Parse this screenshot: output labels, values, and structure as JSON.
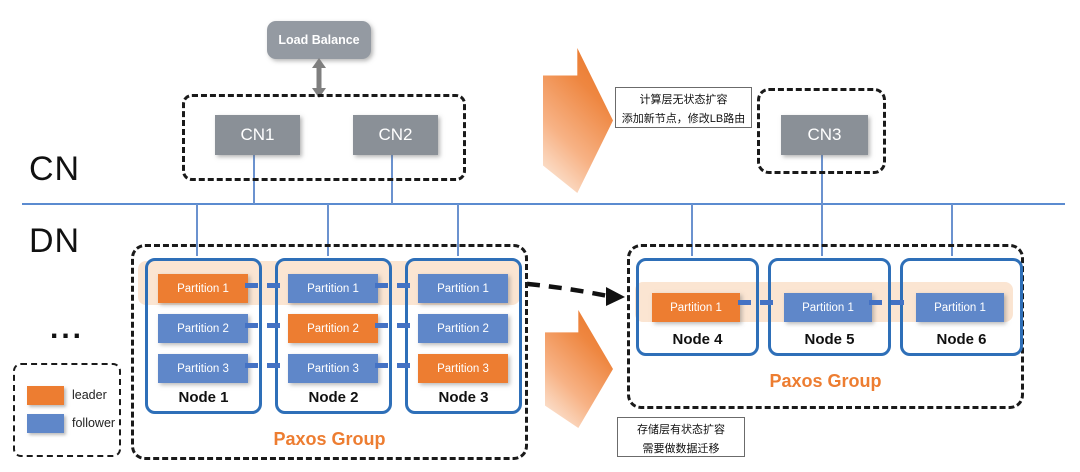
{
  "layers": {
    "cn": "CN",
    "dn": "DN",
    "more": "..."
  },
  "load_balancer": {
    "label": "Load Balance"
  },
  "compute_nodes": {
    "cn1": "CN1",
    "cn2": "CN2",
    "cn3": "CN3"
  },
  "annotations": {
    "compute_scale": {
      "line1": "计算层无状态扩容",
      "line2": "添加新节点，修改LB路由"
    },
    "storage_scale": {
      "line1": "存储层有状态扩容",
      "line2": "需要做数据迁移"
    }
  },
  "legend": {
    "leader": "leader",
    "follower": "follower"
  },
  "left_paxos_group": {
    "title": "Paxos Group",
    "nodes": [
      {
        "name": "Node 1",
        "partitions": [
          {
            "label": "Partition 1",
            "role": "leader"
          },
          {
            "label": "Partition 2",
            "role": "follower"
          },
          {
            "label": "Partition 3",
            "role": "follower"
          }
        ]
      },
      {
        "name": "Node 2",
        "partitions": [
          {
            "label": "Partition 1",
            "role": "follower"
          },
          {
            "label": "Partition 2",
            "role": "leader"
          },
          {
            "label": "Partition 3",
            "role": "follower"
          }
        ]
      },
      {
        "name": "Node 3",
        "partitions": [
          {
            "label": "Partition 1",
            "role": "follower"
          },
          {
            "label": "Partition 2",
            "role": "follower"
          },
          {
            "label": "Partition 3",
            "role": "leader"
          }
        ]
      }
    ]
  },
  "right_paxos_group": {
    "title": "Paxos Group",
    "nodes": [
      {
        "name": "Node 4",
        "partitions": [
          {
            "label": "Partition 1",
            "role": "leader"
          }
        ]
      },
      {
        "name": "Node 5",
        "partitions": [
          {
            "label": "Partition 1",
            "role": "follower"
          }
        ]
      },
      {
        "name": "Node 6",
        "partitions": [
          {
            "label": "Partition 1",
            "role": "follower"
          }
        ]
      }
    ]
  },
  "colors": {
    "leader": "#ED7D31",
    "follower": "#5F87C9",
    "node_border": "#2E6FB8",
    "replica_band": "#FBE5D2",
    "connector_blue": "#6B92CF",
    "gray_box": "#8A9097",
    "paxos_title": "#ED7D31"
  }
}
